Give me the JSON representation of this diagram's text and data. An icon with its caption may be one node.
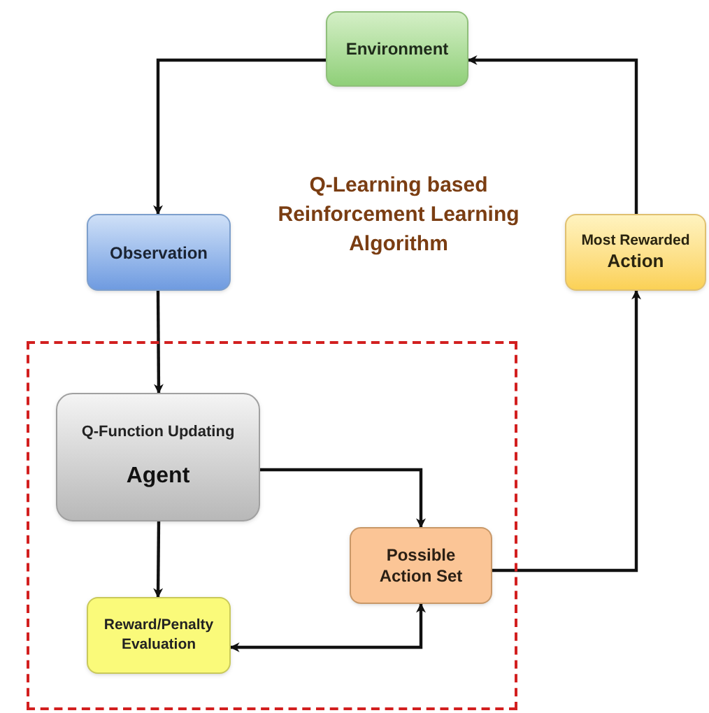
{
  "diagram": {
    "title": "Q-Learning based Reinforcement Learning Algorithm",
    "nodes": [
      {
        "text": [
          "Environment"
        ]
      },
      {
        "text": [
          "Observation"
        ]
      },
      {
        "text": [
          "Most Rewarded",
          "Action"
        ]
      },
      {
        "text": [],
        "shape": "box"
      },
      {
        "text": [
          "Q-Function Updating",
          "Agent"
        ],
        "in": 3
      },
      {
        "text": [
          "Possible Action Set"
        ],
        "in": 3
      },
      {
        "text": [
          "Reward/Penalty Evaluation"
        ],
        "in": 3
      }
    ],
    "edges": [
      {
        "from": 0,
        "to": 1,
        "arrow": "to"
      },
      {
        "from": 1,
        "to": 4,
        "arrow": "to"
      },
      {
        "from": 4,
        "to": 5,
        "arrow": "to"
      },
      {
        "from": 4,
        "to": 6,
        "arrow": "to"
      },
      {
        "from": 6,
        "to": 5,
        "arrow": "both"
      },
      {
        "from": 5,
        "to": 2,
        "arrow": "to"
      },
      {
        "from": 2,
        "to": 0,
        "arrow": "to"
      }
    ]
  }
}
